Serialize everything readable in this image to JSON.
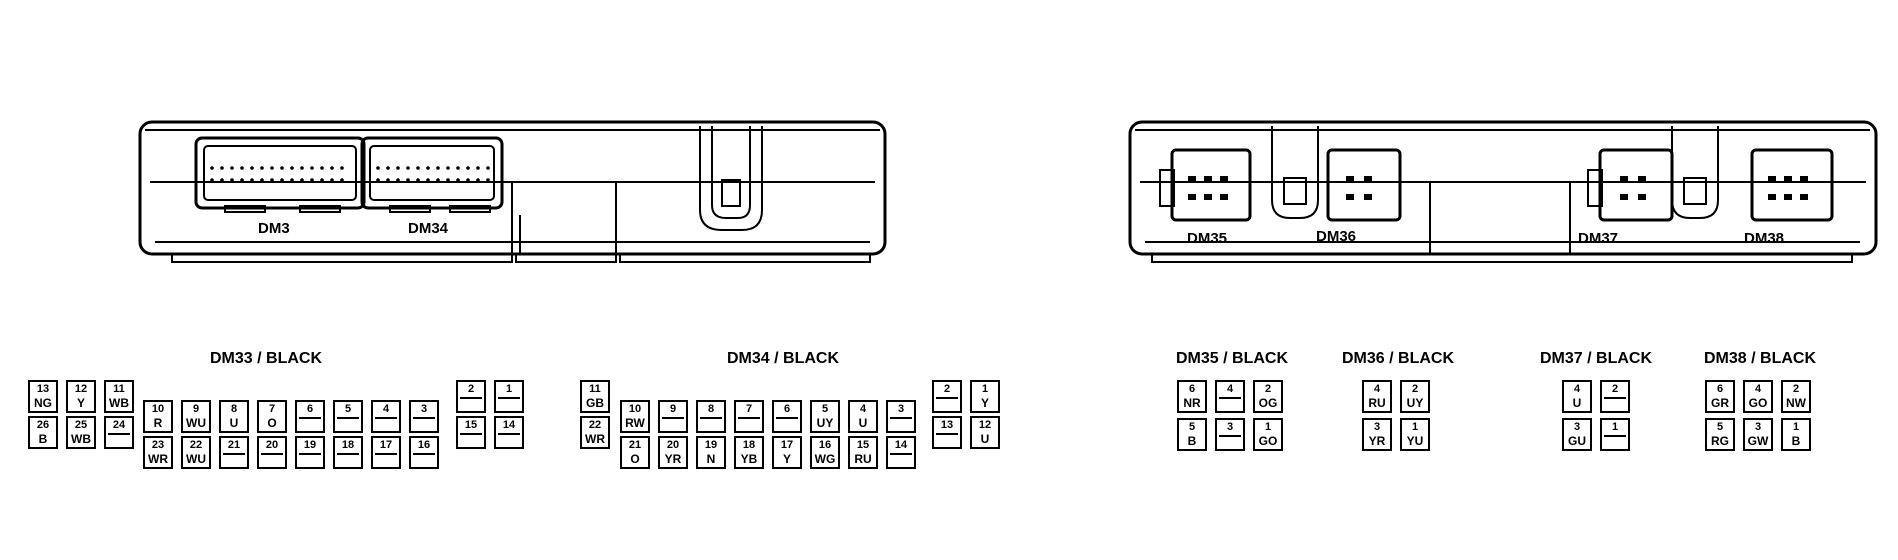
{
  "modules": {
    "left": {
      "labels": [
        "DM3",
        "DM34"
      ]
    },
    "right": {
      "labels": [
        "DM35",
        "DM36",
        "DM37",
        "DM38"
      ]
    }
  },
  "connectors": [
    {
      "id": "dm33",
      "title": "DM33 / BLACK",
      "cells": [
        {
          "n": "13",
          "c": "NG"
        },
        {
          "n": "12",
          "c": "Y"
        },
        {
          "n": "11",
          "c": "WB"
        },
        {
          "n": "26",
          "c": "B"
        },
        {
          "n": "25",
          "c": "WB"
        },
        {
          "n": "24",
          "c": ""
        },
        {
          "n": "10",
          "c": "R"
        },
        {
          "n": "9",
          "c": "WU"
        },
        {
          "n": "8",
          "c": "U"
        },
        {
          "n": "7",
          "c": "O"
        },
        {
          "n": "6",
          "c": ""
        },
        {
          "n": "5",
          "c": ""
        },
        {
          "n": "4",
          "c": ""
        },
        {
          "n": "3",
          "c": ""
        },
        {
          "n": "23",
          "c": "WR"
        },
        {
          "n": "22",
          "c": "WU"
        },
        {
          "n": "21",
          "c": ""
        },
        {
          "n": "20",
          "c": ""
        },
        {
          "n": "19",
          "c": ""
        },
        {
          "n": "18",
          "c": ""
        },
        {
          "n": "17",
          "c": ""
        },
        {
          "n": "16",
          "c": ""
        },
        {
          "n": "2",
          "c": ""
        },
        {
          "n": "1",
          "c": ""
        },
        {
          "n": "15",
          "c": ""
        },
        {
          "n": "14",
          "c": ""
        }
      ]
    },
    {
      "id": "dm34",
      "title": "DM34 / BLACK",
      "cells": [
        {
          "n": "11",
          "c": "GB"
        },
        {
          "n": "22",
          "c": "WR"
        },
        {
          "n": "10",
          "c": "RW"
        },
        {
          "n": "9",
          "c": ""
        },
        {
          "n": "8",
          "c": ""
        },
        {
          "n": "7",
          "c": ""
        },
        {
          "n": "6",
          "c": ""
        },
        {
          "n": "5",
          "c": "UY"
        },
        {
          "n": "4",
          "c": "U"
        },
        {
          "n": "3",
          "c": ""
        },
        {
          "n": "21",
          "c": "O"
        },
        {
          "n": "20",
          "c": "YR"
        },
        {
          "n": "19",
          "c": "N"
        },
        {
          "n": "18",
          "c": "YB"
        },
        {
          "n": "17",
          "c": "Y"
        },
        {
          "n": "16",
          "c": "WG"
        },
        {
          "n": "15",
          "c": "RU"
        },
        {
          "n": "14",
          "c": ""
        },
        {
          "n": "2",
          "c": ""
        },
        {
          "n": "1",
          "c": "Y"
        },
        {
          "n": "13",
          "c": ""
        },
        {
          "n": "12",
          "c": "U"
        }
      ]
    },
    {
      "id": "dm35",
      "title": "DM35 / BLACK",
      "cells": [
        {
          "n": "6",
          "c": "NR"
        },
        {
          "n": "4",
          "c": ""
        },
        {
          "n": "2",
          "c": "OG"
        },
        {
          "n": "5",
          "c": "B"
        },
        {
          "n": "3",
          "c": ""
        },
        {
          "n": "1",
          "c": "GO"
        }
      ]
    },
    {
      "id": "dm36",
      "title": "DM36 / BLACK",
      "cells": [
        {
          "n": "4",
          "c": "RU"
        },
        {
          "n": "2",
          "c": "UY"
        },
        {
          "n": "3",
          "c": "YR"
        },
        {
          "n": "1",
          "c": "YU"
        }
      ]
    },
    {
      "id": "dm37",
      "title": "DM37 / BLACK",
      "cells": [
        {
          "n": "4",
          "c": "U"
        },
        {
          "n": "2",
          "c": ""
        },
        {
          "n": "3",
          "c": "GU"
        },
        {
          "n": "1",
          "c": ""
        }
      ]
    },
    {
      "id": "dm38",
      "title": "DM38 / BLACK",
      "cells": [
        {
          "n": "6",
          "c": "GR"
        },
        {
          "n": "4",
          "c": "GO"
        },
        {
          "n": "2",
          "c": "NW"
        },
        {
          "n": "5",
          "c": "RG"
        },
        {
          "n": "3",
          "c": "GW"
        },
        {
          "n": "1",
          "c": "B"
        }
      ]
    }
  ]
}
